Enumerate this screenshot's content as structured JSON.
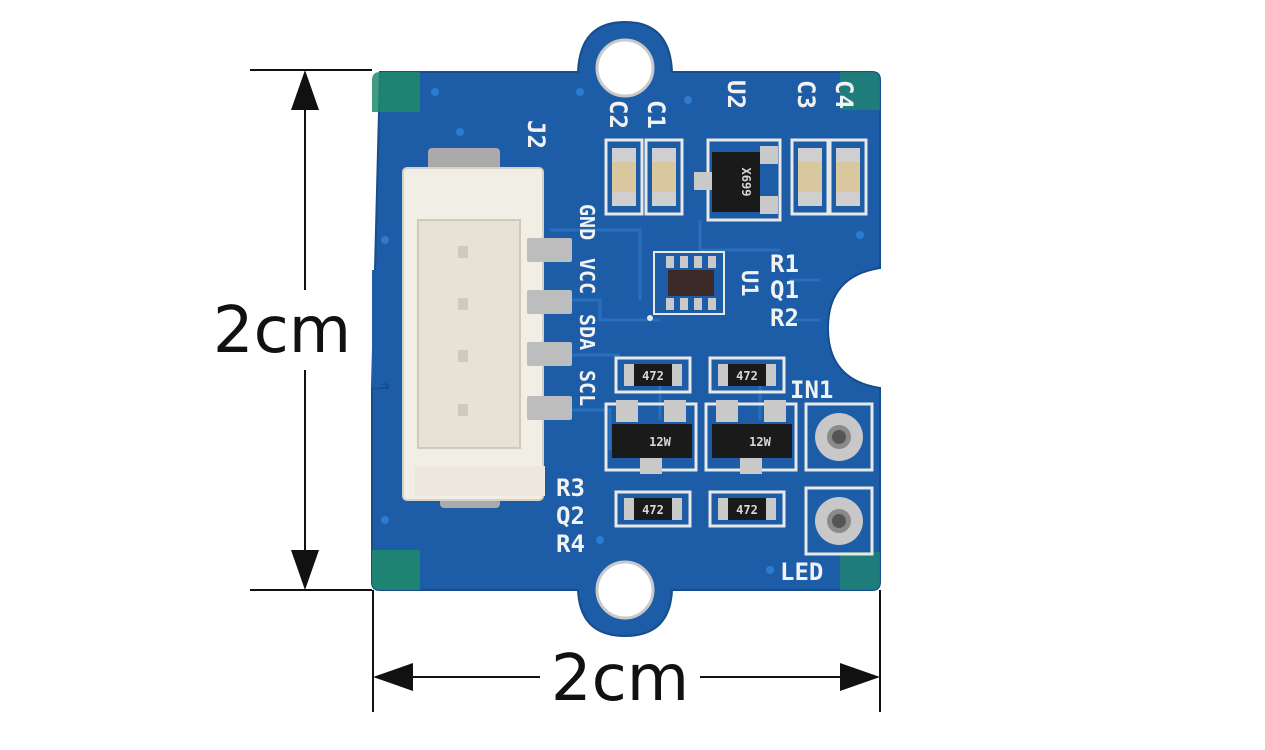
{
  "dimensions": {
    "vertical_label": "2cm",
    "horizontal_label": "2cm"
  },
  "board": {
    "color": "#1e5fa8",
    "labels": {
      "j2": "J2",
      "c2": "C2",
      "c1": "C1",
      "u2": "U2",
      "c3": "C3",
      "c4": "C4",
      "gnd": "GND",
      "vcc": "VCC",
      "sda": "SDA",
      "scl": "SCL",
      "r1": "R1",
      "q1": "Q1",
      "u1": "U1",
      "r2": "R2",
      "in1": "IN1",
      "r3": "R3",
      "q2": "Q2",
      "r4": "R4",
      "led": "LED"
    },
    "component_marks": {
      "u2_chip": "X699",
      "res_a": "472",
      "res_b": "472",
      "res_c": "472",
      "res_d": "472",
      "trans_a": "12W",
      "trans_b": "12W"
    }
  }
}
